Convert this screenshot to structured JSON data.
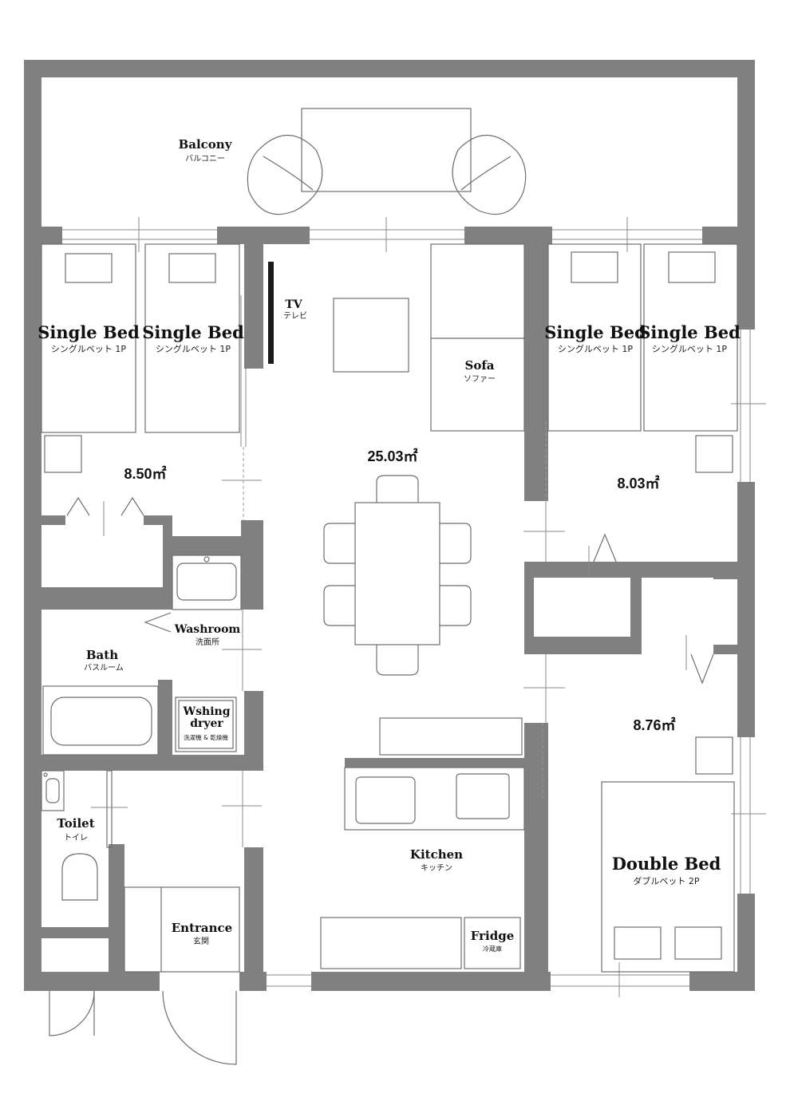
{
  "colors": {
    "wall": "#808080",
    "line": "#6e6e6e",
    "tv": "#1a1a1a",
    "text": "#111111"
  },
  "rooms": {
    "balcony": {
      "en": "Balcony",
      "jp": "バルコニー"
    },
    "tv": {
      "en": "TV",
      "jp": "テレビ"
    },
    "sofa": {
      "en": "Sofa",
      "jp": "ソファー"
    },
    "bed1": {
      "en": "Single Bed",
      "jp": "シングルベット 1P"
    },
    "bed2": {
      "en": "Single Bed",
      "jp": "シングルベット 1P"
    },
    "bed3": {
      "en": "Single Bed",
      "jp": "シングルベット 1P"
    },
    "bed4": {
      "en": "Single Bed",
      "jp": "シングルベット 1P"
    },
    "washroom": {
      "en": "Washroom",
      "jp": "洗面所"
    },
    "bath": {
      "en": "Bath",
      "jp": "バスルーム"
    },
    "dryer": {
      "en1": "Wshing",
      "en2": "dryer",
      "jp": "洗濯機 & 乾燥機"
    },
    "toilet": {
      "en": "Toilet",
      "jp": "トイレ"
    },
    "entrance": {
      "en": "Entrance",
      "jp": "玄関"
    },
    "kitchen": {
      "en": "Kitchen",
      "jp": "キッチン"
    },
    "fridge": {
      "en": "Fridge",
      "jp": "冷蔵庫"
    },
    "doublebed": {
      "en": "Double Bed",
      "jp": "ダブルベット 2P"
    }
  },
  "areas": {
    "left_bedroom": "8.50㎡",
    "living": "25.03㎡",
    "right_bedroom": "8.03㎡",
    "bottom_bedroom": "8.76㎡"
  }
}
